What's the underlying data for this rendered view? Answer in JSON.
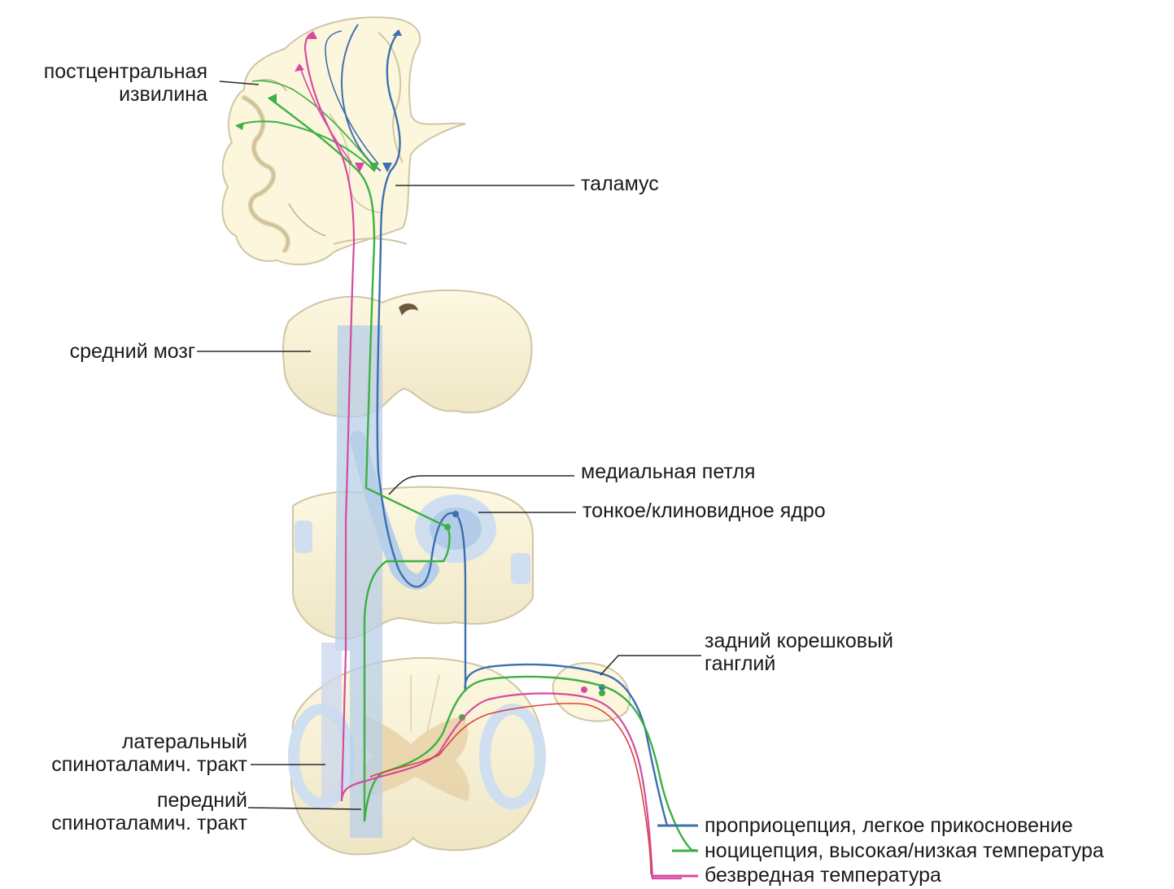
{
  "labels": {
    "postcentral_1": "постцентральная",
    "postcentral_2": "извилина",
    "thalamus": "таламус",
    "midbrain": "средний мозг",
    "medial_lemniscus": "медиальная петля",
    "gracile_cuneate": "тонкое/клиновидное ядро",
    "drg_1": "задний корешковый",
    "drg_2": "ганглий",
    "lateral_1": "латеральный",
    "lateral_2": "спиноталамич. тракт",
    "anterior_1": "передний",
    "anterior_2": "спиноталамич. тракт"
  },
  "legend": [
    {
      "text": "проприоцепция, легкое прикосновение",
      "color": "#3e6fb0"
    },
    {
      "text": "ноцицепция, высокая/низкая температура",
      "color": "#3cb043"
    },
    {
      "text": "безвредная температура",
      "color": "#d54aa0"
    }
  ],
  "colors": {
    "tissue": "#fcf6dc",
    "tissue_edge": "#cfc6a6",
    "tract_blue": "#b8cfe8",
    "grey_matter": "#e8d2a8",
    "blue": "#3e6fb0",
    "green": "#3cb043",
    "magenta": "#d54aa0",
    "red": "#d8443c"
  }
}
